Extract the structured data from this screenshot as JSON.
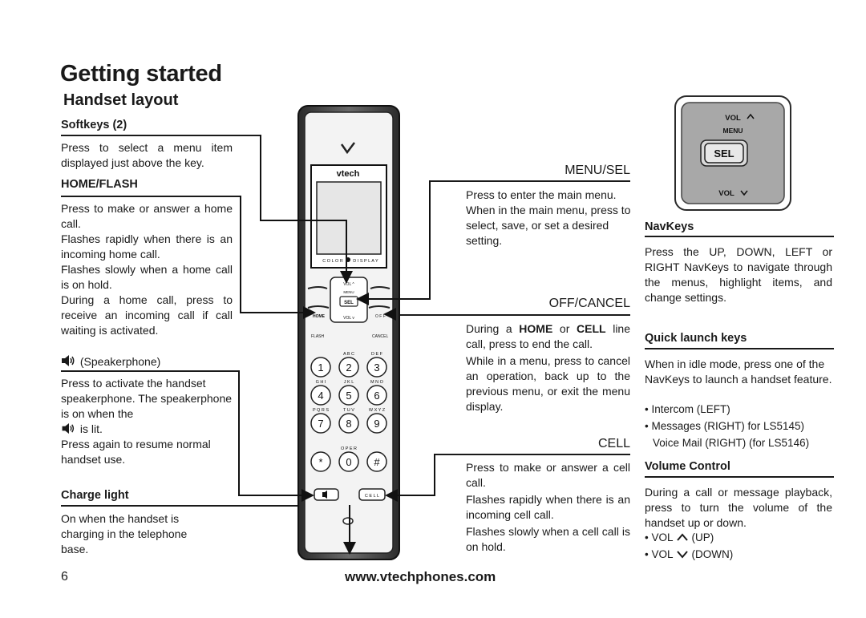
{
  "page": {
    "title": "Getting started",
    "subtitle": "Handset layout",
    "page_number": "6",
    "footer_url": "www.vtechphones.com"
  },
  "softkeys": {
    "heading": "Softkeys (2)",
    "text": "Press to select a menu item displayed just above the key."
  },
  "home_flash": {
    "heading": "HOME/FLASH",
    "p1": "Press to make or answer a home call.",
    "p2": "Flashes rapidly when there is an incoming home call.",
    "p3": "Flashes slowly when a home call is on hold.",
    "p4": "During a home call, press to receive an incoming call if call waiting is activated."
  },
  "speakerphone": {
    "heading": "(Speakerphone)",
    "p1a": "Press to activate the handset speakerphone. The speakerphone is on when the",
    "p1b": "is lit.",
    "p2": "Press again to resume normal handset use."
  },
  "charge_light": {
    "heading": "Charge light",
    "text": "On when the handset is charging in the telephone base."
  },
  "menu_sel": {
    "heading": "MENU/SEL",
    "text": "Press to enter the main menu. When in the main menu, press to select, save, or set a desired setting."
  },
  "off_cancel": {
    "heading": "OFF/CANCEL",
    "p1_a": "During a ",
    "p1_home": "HOME",
    "p1_b": " or ",
    "p1_cell": "CELL",
    "p1_c": " line call, press to end the call.",
    "p2": "While in a menu, press to cancel an operation, back up to the previous menu, or exit the menu display."
  },
  "cell": {
    "heading": "CELL",
    "p1": "Press to make or answer a cell call.",
    "p2": "Flashes rapidly when there is an incoming cell call.",
    "p3": "Flashes slowly when a cell call is on hold."
  },
  "navkeys": {
    "heading": "NavKeys",
    "t1": "Press the ",
    "up": "UP",
    "t2": ", ",
    "down": "DOWN",
    "t3": ", ",
    "left": "LEFT",
    "t4": " or ",
    "right": "RIGHT",
    "t5": " NavKeys to navigate through the menus, highlight items, and change settings."
  },
  "quick_launch": {
    "heading": "Quick launch keys",
    "text": "When in idle mode, press one of the NavKeys to launch a handset feature.",
    "b1": "• Intercom (LEFT)",
    "b2_bold": "• Messages (RIGHT)",
    "b2_for": " for ",
    "b2_model": "LS5145)",
    "b3_bold": "Voice Mail (RIGHT)",
    "b3_for": " (for ",
    "b3_model": "LS5146)"
  },
  "volume": {
    "heading": "Volume Control",
    "text": "During a call or message playback, press to turn the volume of the handset up or down.",
    "b1_a": "• VOL",
    "b1_b": "(UP)",
    "b2_a": "• VOL",
    "b2_b": "(DOWN)"
  },
  "handset": {
    "brand_logo": "vtech",
    "display_label_a": "C O L O R",
    "display_label_b": "D I S P L A Y",
    "vol_up": "VOL ^",
    "menu": "MENU",
    "sel": "SEL",
    "vol_down": "VOL v",
    "home": "HOME",
    "flash": "FLASH",
    "off": "O F F",
    "cancel": "CANCEL",
    "cell": "C E L L",
    "keys": [
      {
        "digit": "1",
        "letters": ""
      },
      {
        "digit": "2",
        "letters": "A B C"
      },
      {
        "digit": "3",
        "letters": "D E F"
      },
      {
        "digit": "4",
        "letters": "G H I"
      },
      {
        "digit": "5",
        "letters": "J K L"
      },
      {
        "digit": "6",
        "letters": "M N O"
      },
      {
        "digit": "7",
        "letters": "P Q R S"
      },
      {
        "digit": "8",
        "letters": "T U V"
      },
      {
        "digit": "9",
        "letters": "W X Y Z"
      },
      {
        "digit": "*",
        "letters": ""
      },
      {
        "digit": "0",
        "letters": "O P E R"
      },
      {
        "digit": "#",
        "letters": ""
      }
    ]
  },
  "navpad": {
    "vol_up": "VOL",
    "menu": "MENU",
    "sel": "SEL",
    "vol_down": "VOL"
  }
}
